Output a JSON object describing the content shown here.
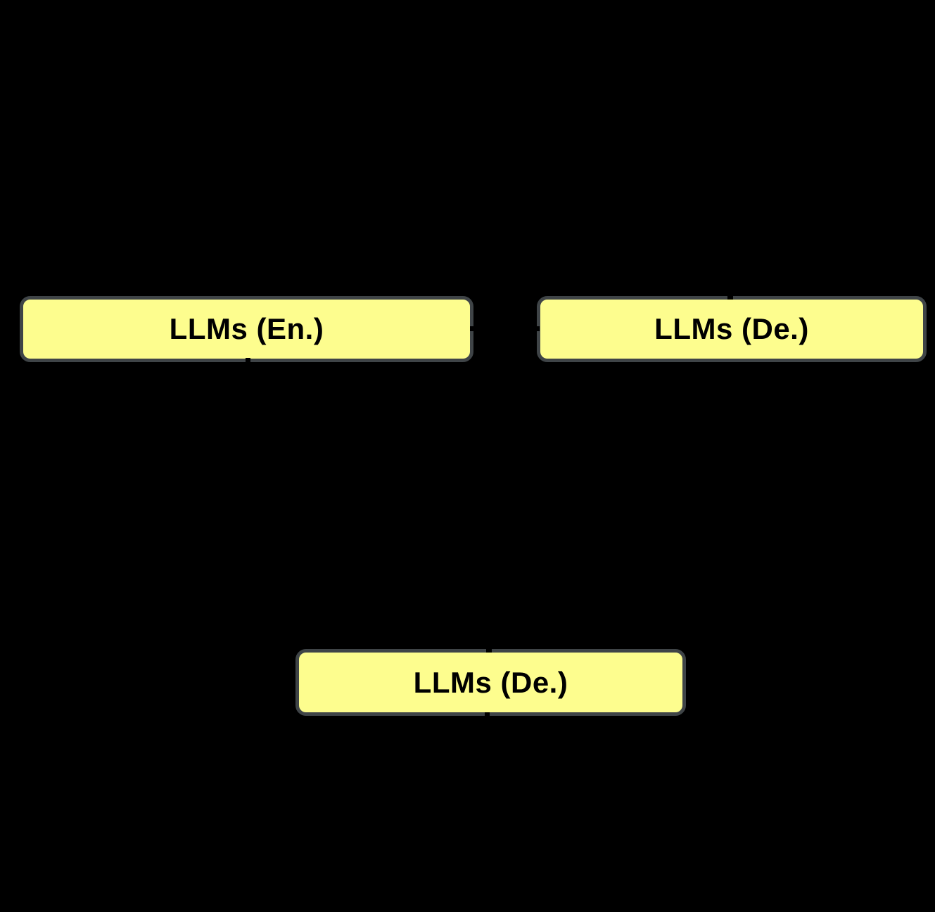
{
  "canvas": {
    "background": "#000000"
  },
  "colors": {
    "box_fill": "#FDFD8E",
    "box_border": "#3F4447",
    "label_color": "#000000"
  },
  "nodes": [
    {
      "id": "llms-en",
      "label": "LLMs (En.)",
      "position": "top-left"
    },
    {
      "id": "llms-de-top",
      "label": "LLMs (De.)",
      "position": "top-right"
    },
    {
      "id": "llms-de-bottom",
      "label": "LLMs (De.)",
      "position": "bottom-center"
    }
  ],
  "connectors": {
    "note": "arrow tips visible as small black marks crossing node borders",
    "tips": [
      {
        "node": "llms-en",
        "edge": "bottom"
      },
      {
        "node": "llms-en",
        "edge": "right"
      },
      {
        "node": "llms-de-top",
        "edge": "left"
      },
      {
        "node": "llms-de-top",
        "edge": "top"
      },
      {
        "node": "llms-de-bottom",
        "edge": "top"
      },
      {
        "node": "llms-de-bottom",
        "edge": "bottom"
      }
    ]
  }
}
